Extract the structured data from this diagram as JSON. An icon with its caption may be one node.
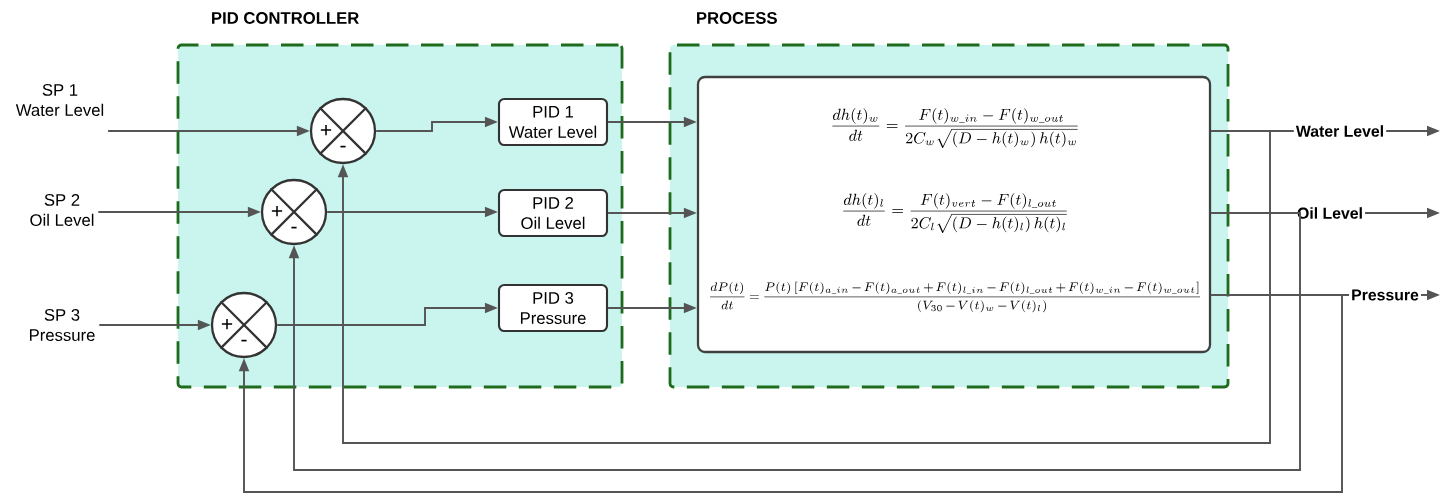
{
  "diagram": {
    "nodes": [
      {
        "text": [
          "PID CONTROLLER"
        ]
      },
      {
        "text": [
          "PROCESS"
        ]
      },
      {
        "text": [
          "SP 1",
          "Water Level"
        ]
      },
      {
        "text": [
          "SP 2",
          "Oil Level"
        ]
      },
      {
        "text": [
          "SP 3",
          "Pressure"
        ]
      },
      {
        "text": [
          "+",
          "-"
        ],
        "in": 0
      },
      {
        "text": [
          "+",
          "-"
        ],
        "in": 0
      },
      {
        "text": [
          "+",
          "-"
        ],
        "in": 0
      },
      {
        "text": [
          "PID 1",
          "Water Level"
        ],
        "in": 0
      },
      {
        "text": [
          "PID 2",
          "Oil Level"
        ],
        "in": 0
      },
      {
        "text": [
          "PID 3",
          "Pressure"
        ],
        "in": 0
      },
      {
        "text": [
          "\\frac{dh(t)_w}{dt} = \\frac{F(t)_{w\\_in} - F(t)_{w\\_out}}{2C_w\\sqrt{\\left(D-h(t)_w\\right)h(t)_w}}",
          "\\frac{dh(t)_l}{dt} = \\frac{F(t)_{vert} - F(t)_{l\\_out}}{2C_l\\sqrt{\\left(D-h(t)_l\\right)h(t)_l}}",
          "\\frac{dP(t)}{dt} = \\frac{P(t)\\left[F(t)_{a\\_in} - F(t)_{a\\_out} + F(t)_{l\\_in} - F(t)_{l\\_out} + F(t)_{w\\_in} - F(t)_{w\\_out}\\right]}{\\left(V_{30} - V(t)_w - V(t)_l\\right)}"
        ],
        "in": 1
      },
      {
        "text": [
          "Water Level"
        ]
      },
      {
        "text": [
          "Oil Level"
        ]
      },
      {
        "text": [
          "Pressure"
        ]
      }
    ],
    "edges": [
      {
        "from": 2,
        "to": 5,
        "arrow": "to"
      },
      {
        "from": 3,
        "to": 6,
        "arrow": "to"
      },
      {
        "from": 4,
        "to": 7,
        "arrow": "to"
      },
      {
        "from": 5,
        "to": 8,
        "arrow": "to"
      },
      {
        "from": 6,
        "to": 9,
        "arrow": "to"
      },
      {
        "from": 7,
        "to": 10,
        "arrow": "to"
      },
      {
        "from": 8,
        "to": 11,
        "arrow": "to"
      },
      {
        "from": 9,
        "to": 11,
        "arrow": "to"
      },
      {
        "from": 10,
        "to": 11,
        "arrow": "to"
      },
      {
        "from": 11,
        "to": 12,
        "arrow": "none"
      },
      {
        "from": 11,
        "to": 13,
        "arrow": "none"
      },
      {
        "from": 11,
        "to": 14,
        "arrow": "none"
      },
      {
        "from": 12,
        "to": null,
        "arrow": "to"
      },
      {
        "from": 13,
        "to": null,
        "arrow": "to"
      },
      {
        "from": 14,
        "to": null,
        "arrow": "to"
      },
      {
        "from": 11,
        "to": 5,
        "arrow": "to"
      },
      {
        "from": 11,
        "to": 6,
        "arrow": "to"
      },
      {
        "from": 11,
        "to": 7,
        "arrow": "to"
      }
    ]
  }
}
